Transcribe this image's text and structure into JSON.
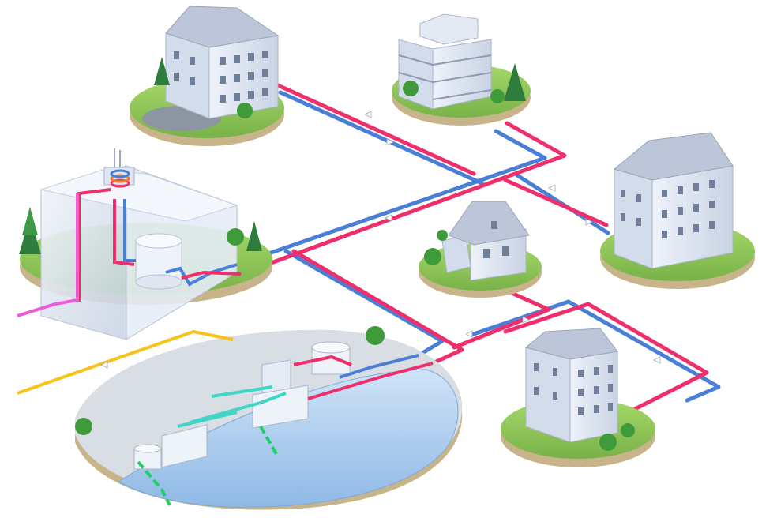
{
  "colors": {
    "background": "#ffffff",
    "supply_pipe": "#ef2f6b",
    "return_pipe": "#4a7fd8",
    "source_pipe": "#f05ad6",
    "inflow_pipe": "#f6c21c",
    "lake_loop": "#3fd6c8",
    "intake_loop": "#1fcf6a",
    "lawn": "#8fc85a",
    "soil": "#c8b48a",
    "building": "#dfe6f2",
    "roof": "#b9c4d6",
    "water": "#a9ccee",
    "tree": "#3f9a3a",
    "conifer": "#2f7d3c"
  },
  "nodes": [
    {
      "id": "school",
      "kind": "building",
      "icon": "school-building-icon"
    },
    {
      "id": "apartment-block",
      "kind": "building",
      "icon": "apartment-building-icon"
    },
    {
      "id": "tall-residential",
      "kind": "building",
      "icon": "residential-building-icon"
    },
    {
      "id": "house",
      "kind": "building",
      "icon": "house-icon"
    },
    {
      "id": "corner-building",
      "kind": "building",
      "icon": "historic-building-icon"
    },
    {
      "id": "heat-plant",
      "kind": "plant",
      "icon": "heat-pump-plant-icon"
    },
    {
      "id": "lake-station",
      "kind": "plant",
      "icon": "water-treatment-icon"
    }
  ]
}
